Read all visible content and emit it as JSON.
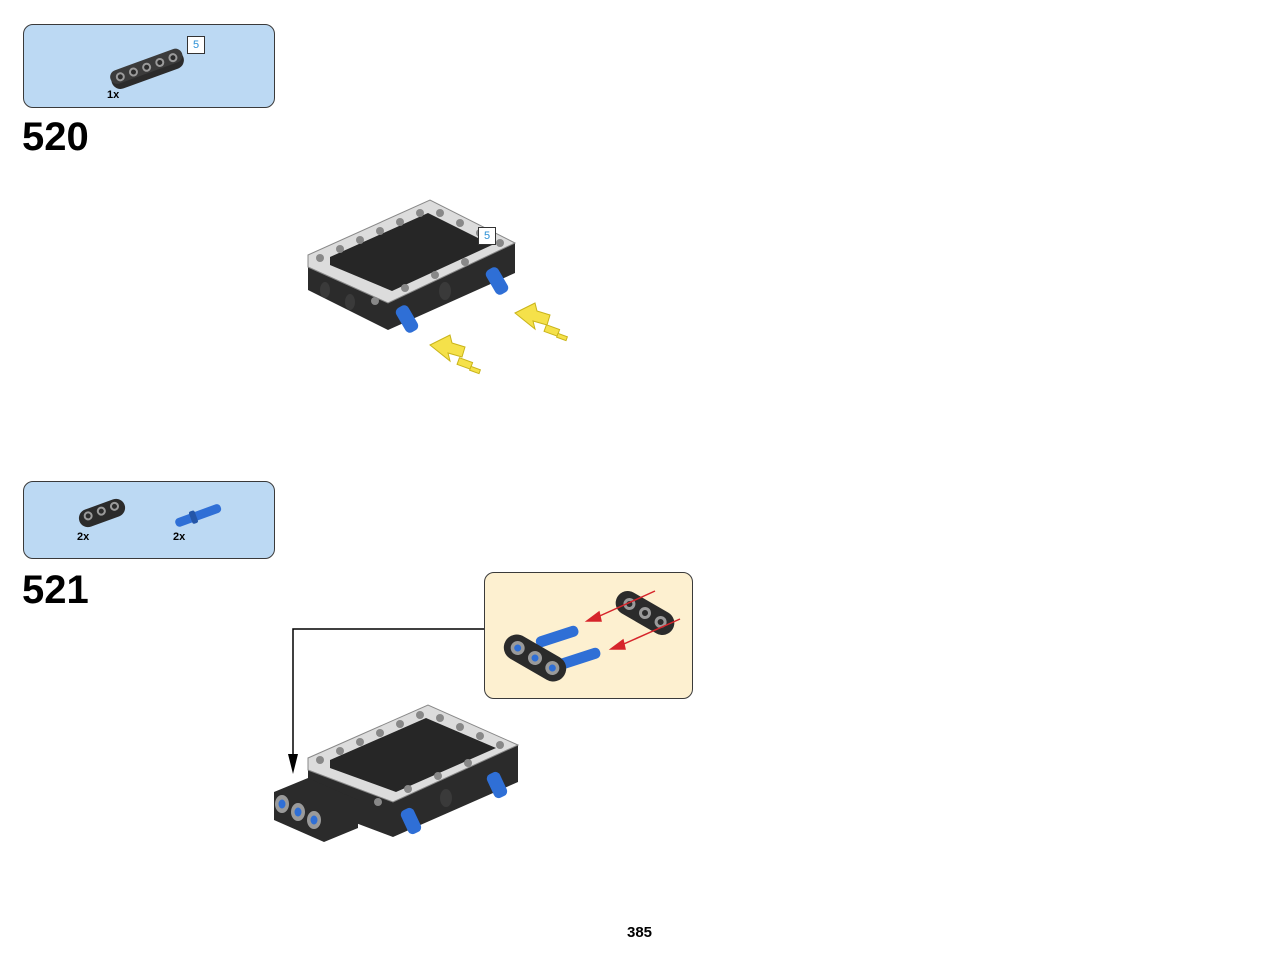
{
  "steps": [
    {
      "number": "520",
      "parts": [
        {
          "qty": "1x",
          "badge": "5"
        }
      ],
      "assembly_badge": "5"
    },
    {
      "number": "521",
      "parts": [
        {
          "qty": "2x"
        },
        {
          "qty": "2x"
        }
      ]
    }
  ],
  "page_number": "385",
  "colors": {
    "parts_box_bg": "#bcd9f3",
    "callout_bg": "#fdf0d0",
    "beam_black": "#2b2b2b",
    "frame_grey": "#dcdcdc",
    "pin_blue": "#2f6fd6",
    "arrow_yellow": "#f5e14a",
    "arrow_red": "#d6252b"
  },
  "icons": [
    "beam-5-icon",
    "beam-3-icon",
    "blue-pin-icon",
    "frame-assembly-icon",
    "yellow-arrow-icon",
    "red-arrow-icon"
  ]
}
